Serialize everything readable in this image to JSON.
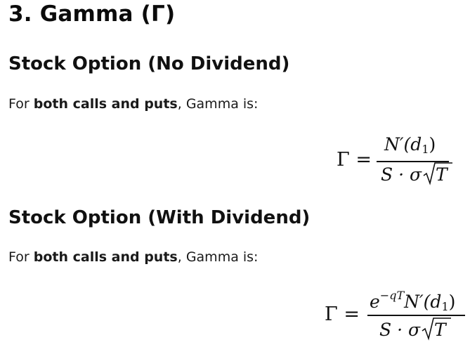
{
  "heading": "3. Gamma (Γ)",
  "sections": [
    {
      "title": "Stock Option (No Dividend)",
      "intro_prefix": "For ",
      "intro_bold": "both calls and puts",
      "intro_suffix": ", Gamma is:",
      "formula": {
        "lhs": "Γ =",
        "numerator_main": "N′(d",
        "numerator_subscript": "1",
        "numerator_close": ")",
        "denominator_main": "S · σ",
        "denominator_root": "T"
      }
    },
    {
      "title": "Stock Option (With Dividend)",
      "intro_prefix": "For ",
      "intro_bold": "both calls and puts",
      "intro_suffix": ", Gamma is:",
      "formula": {
        "lhs": "Γ =",
        "numerator_base": "e",
        "numerator_superscript": "−qT",
        "numerator_main": "N′(d",
        "numerator_subscript": "1",
        "numerator_close": ")",
        "denominator_main": "S · σ",
        "denominator_root": "T"
      }
    }
  ]
}
